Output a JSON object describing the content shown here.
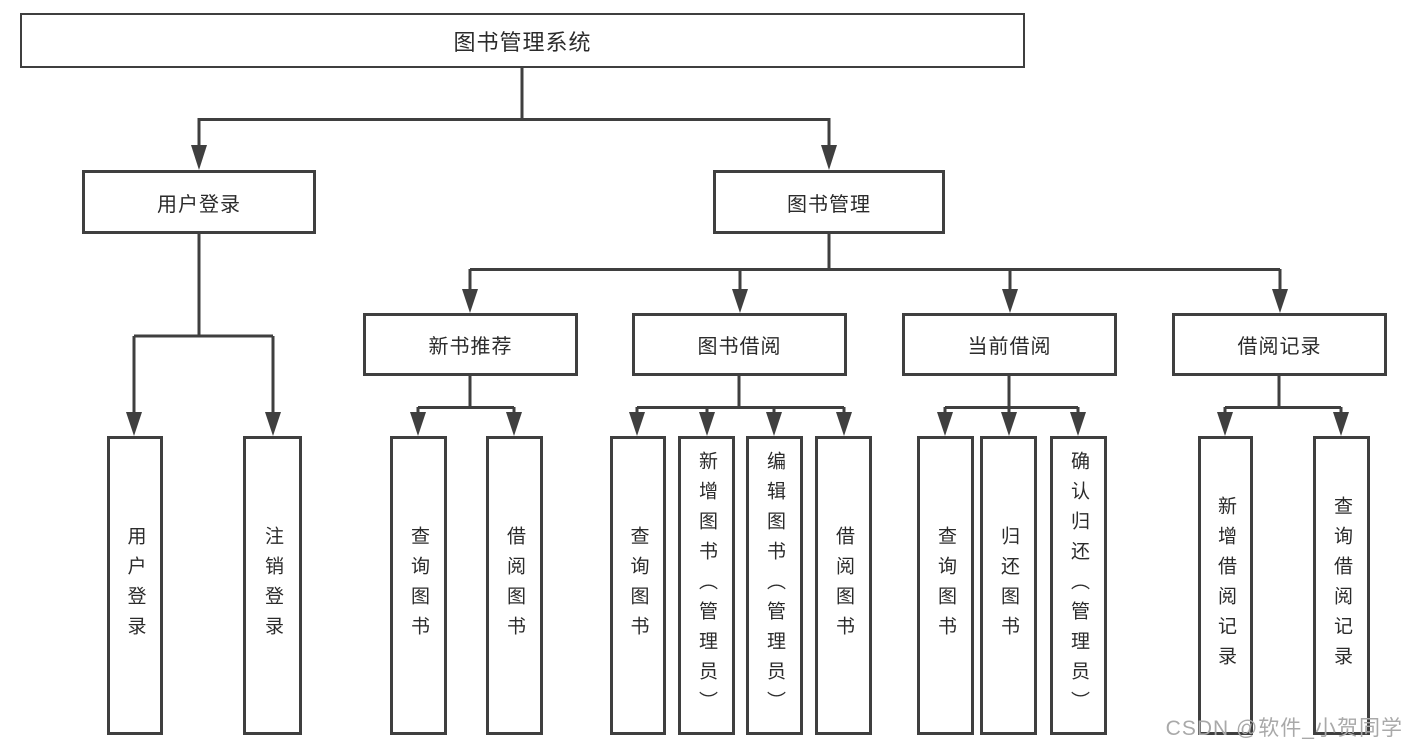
{
  "tree": {
    "label": "图书管理系统",
    "children": [
      {
        "label": "用户登录",
        "children": [
          {
            "label": "用户登录"
          },
          {
            "label": "注销登录"
          }
        ]
      },
      {
        "label": "图书管理",
        "children": [
          {
            "label": "新书推荐",
            "children": [
              {
                "label": "查询图书"
              },
              {
                "label": "借阅图书"
              }
            ]
          },
          {
            "label": "图书借阅",
            "children": [
              {
                "label": "查询图书"
              },
              {
                "label": "新增图书（管理员）"
              },
              {
                "label": "编辑图书（管理员）"
              },
              {
                "label": "借阅图书"
              }
            ]
          },
          {
            "label": "当前借阅",
            "children": [
              {
                "label": "查询图书"
              },
              {
                "label": "归还图书"
              },
              {
                "label": "确认归还（管理员）"
              }
            ]
          },
          {
            "label": "借阅记录",
            "children": [
              {
                "label": "新增借阅记录"
              },
              {
                "label": "查询借阅记录"
              }
            ]
          }
        ]
      }
    ]
  },
  "watermark": "CSDN @软件_小贺同学",
  "colors": {
    "line": "#3f3f3f",
    "text": "#2b2b2b",
    "watermark": "#a9a9a9"
  }
}
